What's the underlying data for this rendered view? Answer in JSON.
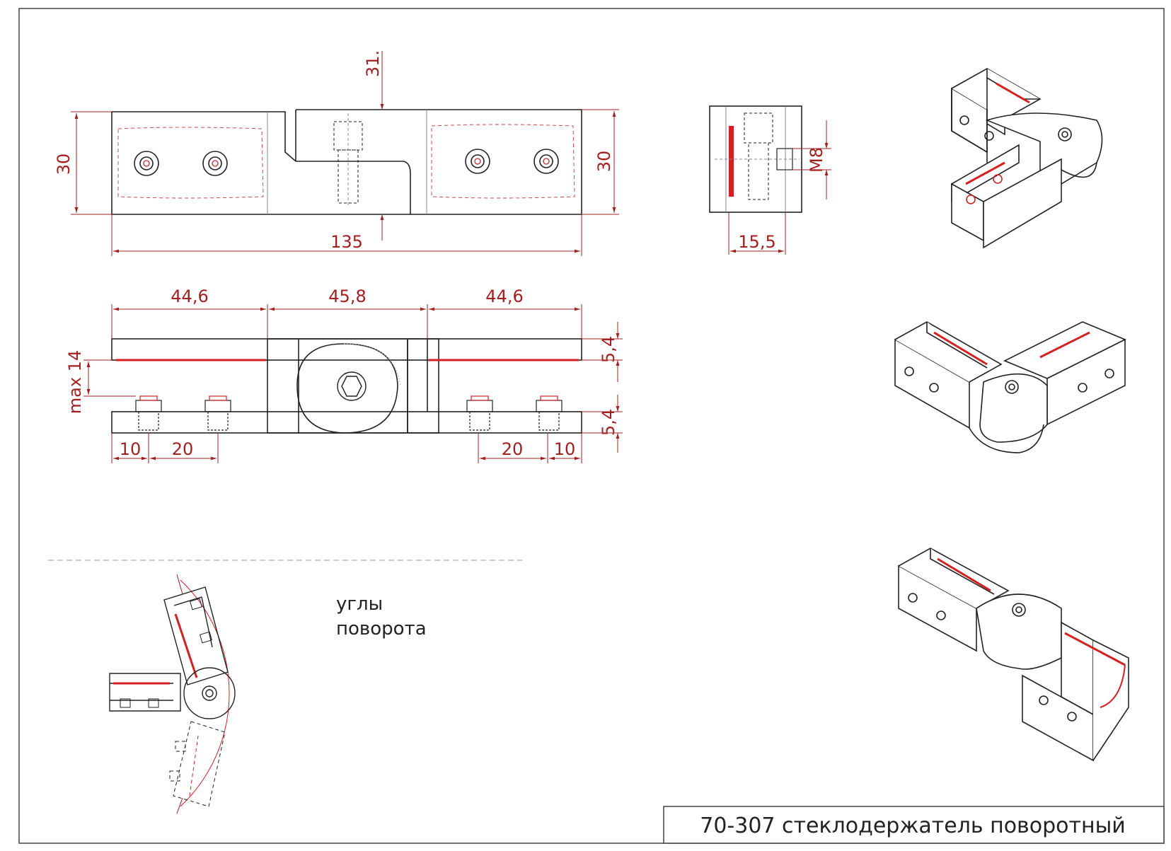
{
  "title_block": {
    "title": "70-307 стеклодержатель поворотный"
  },
  "dimensions": {
    "top_height_left": "30",
    "top_height_right": "30",
    "top_length": "135",
    "top_offset": "31.",
    "side_width": "15,5",
    "side_thread": "M8",
    "bottom_left": "44,6",
    "bottom_mid": "45,8",
    "bottom_right": "44,6",
    "plate_top": "5,4",
    "plate_bottom": "5,4",
    "gap_max": "max 14",
    "hole_left_edge": "10",
    "hole_left_pitch": "20",
    "hole_right_pitch": "20",
    "hole_right_edge": "10"
  },
  "notes": {
    "rotation_line1": "углы",
    "rotation_line2": "поворота"
  },
  "colors": {
    "line": "#222222",
    "dimension": "#a32020",
    "glass_gasket": "#d42020"
  }
}
